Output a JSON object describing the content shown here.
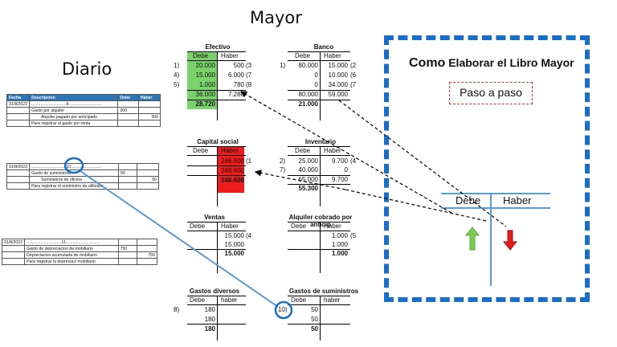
{
  "titles": {
    "mayor": "Mayor",
    "diario": "Diario"
  },
  "journal": {
    "headers": [
      "Fecha",
      "Descripcion",
      "Debe",
      "Haber"
    ],
    "entry1": [
      [
        "31/8/2022",
        "..............................9.............................",
        "",
        ""
      ],
      [
        "",
        "Gasto por alquiler",
        "300",
        ""
      ],
      [
        "",
        "Alquiler pagado por anticipado",
        "",
        "300"
      ],
      [
        "",
        "Para registrar el gasto por renta",
        "",
        ""
      ]
    ],
    "entry2": [
      [
        "31/8/2022",
        "..............................10..........................",
        "",
        ""
      ],
      [
        "",
        "Gasto de suministros",
        "50",
        ""
      ],
      [
        "",
        "Suministros de oficina",
        "",
        "50"
      ],
      [
        "",
        "Para registrar el suministro da utilizado",
        "",
        ""
      ]
    ],
    "entry3": [
      [
        "31/8/2022",
        "..............................11.............................",
        "",
        ""
      ],
      [
        "",
        "Gasto de depreciacion de mobiliario",
        "750",
        ""
      ],
      [
        "",
        "Depreciacion acumulada de mobiliario",
        "",
        "750"
      ],
      [
        "",
        "Para registrar la depreciacl mobiliario",
        "",
        ""
      ]
    ]
  },
  "ledger": {
    "efectivo": {
      "title": "Efectivo",
      "debe": "Debe",
      "haber": "Haber",
      "rows": [
        [
          "1)",
          "20.000",
          "500",
          "(3"
        ],
        [
          "4)",
          "15.000",
          "6.000",
          "(7"
        ],
        [
          "5)",
          "1.000",
          "780",
          "(8"
        ]
      ],
      "totals": [
        "36.000",
        "7.280"
      ],
      "balance": "28.720"
    },
    "banco": {
      "title": "Banco",
      "debe": "Debe",
      "haber": "Haber",
      "rows": [
        [
          "1)",
          "80.000",
          "15.000",
          "(2"
        ],
        [
          "",
          "0",
          "10.000",
          "(6"
        ],
        [
          "",
          "0",
          "34.000",
          "(7"
        ]
      ],
      "totals": [
        "80.000",
        "59.000"
      ],
      "balance": "21.000"
    },
    "capital": {
      "title": "Capital social",
      "debe": "Debe",
      "haber": "Haber",
      "rows": [
        [
          "246.600",
          "(1"
        ],
        [
          "246.600",
          ""
        ]
      ],
      "balance": "246.600"
    },
    "inventario": {
      "title": "Inventario",
      "debe": "Debe",
      "haber": "Haber",
      "rows": [
        [
          "2)",
          "25.000",
          "9.700",
          "(4"
        ],
        [
          "7)",
          "40.000",
          "0",
          ""
        ]
      ],
      "totals": [
        "65.000",
        "9.700"
      ],
      "balance": "55.300"
    },
    "ventas": {
      "title": "Ventas",
      "debe": "Debe",
      "haber": "Haber",
      "rows": [
        "15.000",
        "15.000"
      ],
      "ref": "(4",
      "balance": "15.000"
    },
    "alquiler": {
      "title": "Alquiler cobrado por anticip",
      "debe": "Debe",
      "haber": "Haber",
      "rows": [
        "1.000",
        "1.000"
      ],
      "ref": "(5",
      "balance": "1.000"
    },
    "gastos_div": {
      "title": "Gastos diversos",
      "debe": "Debe",
      "haber": "haber",
      "ref": "8)",
      "rows": [
        "180",
        "180"
      ],
      "balance": "180"
    },
    "gastos_sum": {
      "title": "Gastos de suministros",
      "debe": "Debe",
      "haber": "haber",
      "ref": "10)",
      "rows": [
        "50",
        "50"
      ],
      "balance": "50"
    }
  },
  "panel": {
    "title_bold": "Como",
    "title_rest": " Elaborar el Libro Mayor",
    "subtitle": "Paso a paso",
    "t_debe": "Debe",
    "t_haber": "Haber"
  },
  "colors": {
    "blue_border": "#1a6fc4",
    "green": "#79d36a",
    "red": "#ee1c1c",
    "journal_header": "#2e75b6",
    "arrow_green": "#7ccb55",
    "arrow_red": "#e02020"
  }
}
